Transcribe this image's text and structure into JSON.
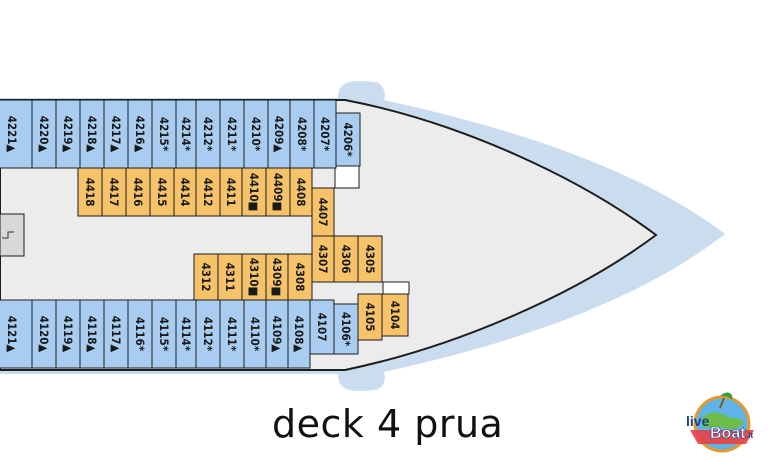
{
  "caption": "deck 4 prua",
  "logo": {
    "brand_text": "liveBoat.it",
    "icon": "liveboat-logo-icon"
  },
  "colors": {
    "outer_hull": "#c9ddef",
    "deck_floor": "#ececec",
    "balcony_cabin": "#a9cdf1",
    "interior_cabin": "#f6c36b",
    "outline": "#1d1d1d",
    "stair_block": "#d8d8d8"
  },
  "legend_symbols": {
    "triangle": "▲",
    "star": "*",
    "square": "■"
  },
  "cabins": {
    "port_top": [
      "4221▲",
      "4220▲",
      "4219▲",
      "4218▲",
      "4217▲",
      "4216▲",
      "4215*",
      "4214*",
      "4212*",
      "4211*",
      "4210*",
      "4209▲",
      "4208*",
      "4207*",
      "4206*"
    ],
    "inner_top": [
      "4418",
      "4417",
      "4416",
      "4415",
      "4414",
      "4412",
      "4411",
      "4410■",
      "4409■",
      "4408",
      "4407"
    ],
    "inner_bottom": [
      "4312",
      "4311",
      "4310■",
      "4309■",
      "4308",
      "4307",
      "4306",
      "4305"
    ],
    "starboard_bottom": [
      "4121▲",
      "4120▲",
      "4119▲",
      "4118▲",
      "4117▲",
      "4116*",
      "4115*",
      "4114*",
      "4112*",
      "4111*",
      "4110*",
      "4109▲",
      "4108▲",
      "4107",
      "4106*",
      "4105",
      "4104"
    ]
  }
}
